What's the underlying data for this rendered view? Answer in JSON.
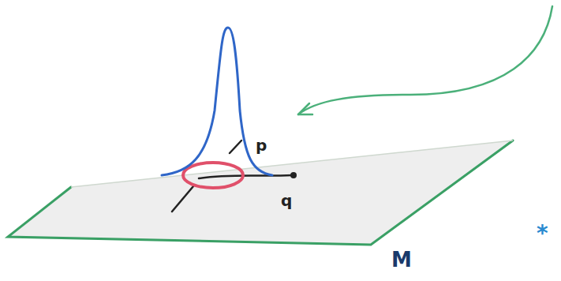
{
  "diagram": {
    "labels": [
      "p",
      "q",
      "M",
      "*"
    ]
  }
}
